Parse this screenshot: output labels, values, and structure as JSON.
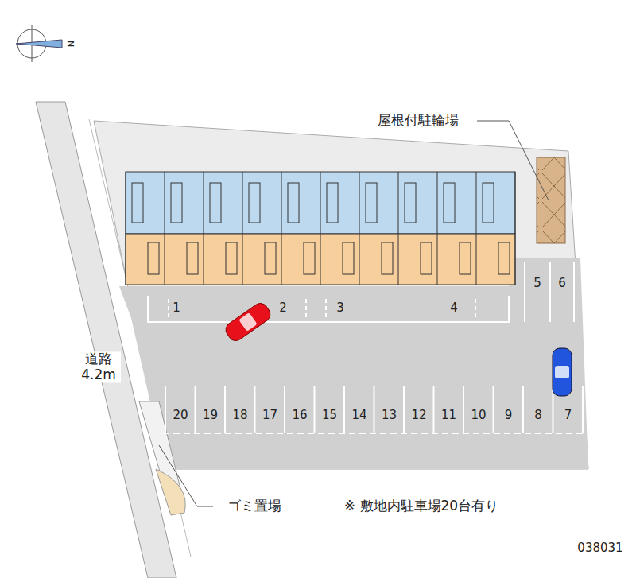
{
  "diagram": {
    "labels": [
      "N",
      "屋根付駐輪場",
      "1",
      "2",
      "3",
      "4",
      "5",
      "6",
      "道路 4.2m",
      "20",
      "19",
      "18",
      "17",
      "16",
      "15",
      "14",
      "13",
      "12",
      "11",
      "10",
      "9",
      "8",
      "7",
      "ゴミ置場",
      "※ 敷地内駐車場20台有り",
      "038031"
    ]
  }
}
